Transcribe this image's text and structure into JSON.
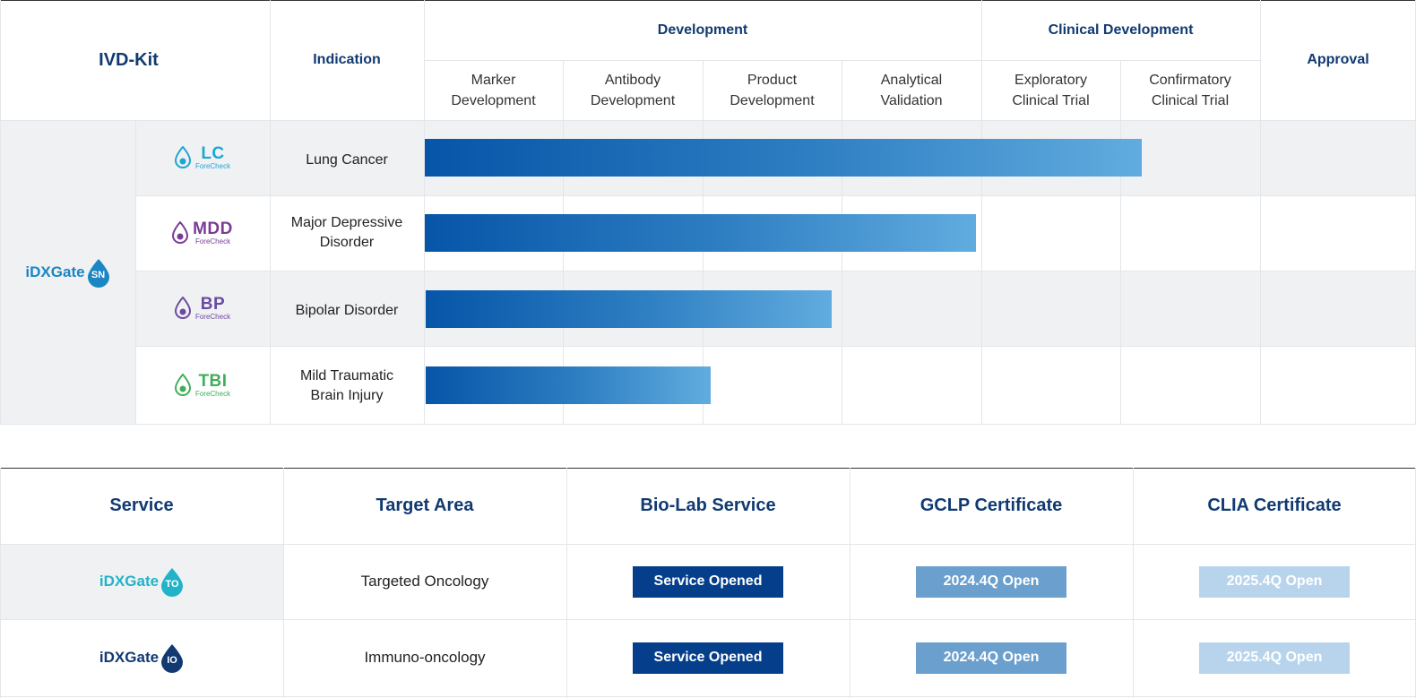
{
  "pipeline": {
    "headers": {
      "ivd_kit": "IVD-Kit",
      "indication": "Indication",
      "development": "Development",
      "clinical_development": "Clinical Development",
      "approval": "Approval",
      "phases": [
        {
          "line1": "Marker",
          "line2": "Development"
        },
        {
          "line1": "Antibody",
          "line2": "Development"
        },
        {
          "line1": "Product",
          "line2": "Development"
        },
        {
          "line1": "Analytical",
          "line2": "Validation"
        },
        {
          "line1": "Exploratory",
          "line2": "Clinical Trial"
        },
        {
          "line1": "Confirmatory",
          "line2": "Clinical Trial"
        }
      ]
    },
    "platform": {
      "name": "iDXGate",
      "badge": "SN",
      "color": "#1a86c4"
    },
    "rows": [
      {
        "logo": "LC",
        "logo_sub": "ForeCheck",
        "logo_color": "#1ba7d6",
        "indication_line1": "Lung Cancer",
        "indication_line2": "",
        "progress_phases": 5.15
      },
      {
        "logo": "MDD",
        "logo_sub": "ForeCheck",
        "logo_color": "#7a3b96",
        "indication_line1": "Major Depressive",
        "indication_line2": "Disorder",
        "progress_phases": 3.96
      },
      {
        "logo": "BP",
        "logo_sub": "ForeCheck",
        "logo_color": "#6a4aa0",
        "indication_line1": "Bipolar Disorder",
        "indication_line2": "",
        "progress_phases": 2.92
      },
      {
        "logo": "TBI",
        "logo_sub": "ForeCheck",
        "logo_color": "#3fae5a",
        "indication_line1": "Mild Traumatic",
        "indication_line2": "Brain Injury",
        "progress_phases": 2.05
      }
    ]
  },
  "services": {
    "headers": [
      "Service",
      "Target Area",
      "Bio-Lab Service",
      "GCLP Certificate",
      "CLIA Certificate"
    ],
    "rows": [
      {
        "brand": "iDXGate",
        "badge": "TO",
        "brand_color": "#22b3c9",
        "target": "Targeted Oncology",
        "biolab": "Service Opened",
        "gclp": "2024.4Q Open",
        "clia": "2025.4Q Open"
      },
      {
        "brand": "iDXGate",
        "badge": "IO",
        "brand_color": "#113a72",
        "target": "Immuno-oncology",
        "biolab": "Service Opened",
        "gclp": "2024.4Q Open",
        "clia": "2025.4Q Open"
      }
    ],
    "colors": {
      "biolab": "#053e8a",
      "gclp": "#6a9fce",
      "clia": "#b8d4ec"
    }
  }
}
